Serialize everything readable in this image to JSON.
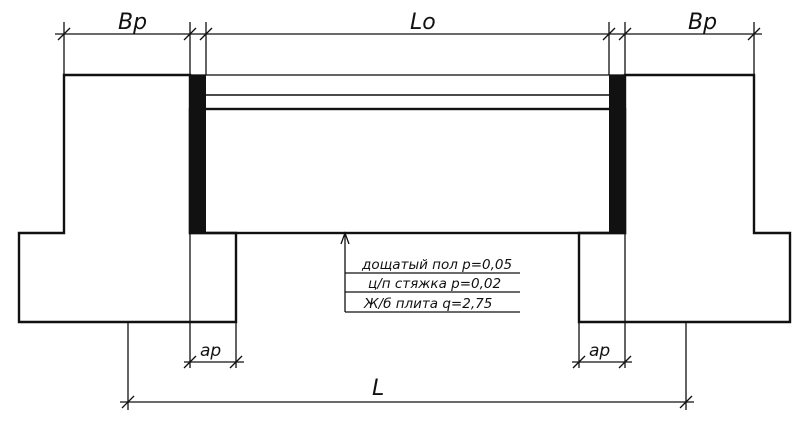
{
  "dimensions": {
    "left_support_width": "Вр",
    "clear_span": "Lо",
    "right_support_width": "Вр",
    "left_bearing": "ар",
    "right_bearing": "ар",
    "full_span": "L"
  },
  "layers": [
    {
      "id": "floor",
      "label": "дощатый пол p=0,05"
    },
    {
      "id": "screed",
      "label": "ц/п стяжка p=0,02"
    },
    {
      "id": "slab",
      "label": "Ж/б плита q=2,75"
    }
  ],
  "colors": {
    "ink": "#111111",
    "paper": "#ffffff"
  }
}
